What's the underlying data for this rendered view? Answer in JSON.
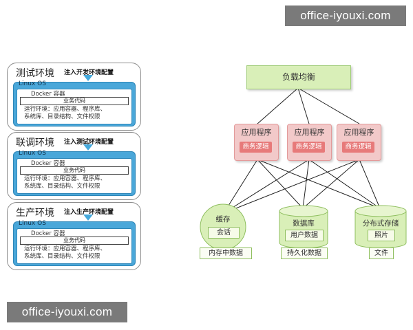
{
  "watermark": {
    "top": "office-iyouxi.com",
    "bottom": "office-iyouxi.com"
  },
  "environments": [
    {
      "name": "测试环境",
      "note": "注入开发环境配置",
      "os": "Linux OS",
      "docker": "Docker 容器",
      "code": "业务代码",
      "runtime_line1": "运行环境：应用容器、程序库、",
      "runtime_line2": "系统库、目录结构、文件权限"
    },
    {
      "name": "联调环境",
      "note": "注入测试环境配置",
      "os": "Linux OS",
      "docker": "Docker 容器",
      "code": "业务代码",
      "runtime_line1": "运行环境：应用容器、程序库、",
      "runtime_line2": "系统库、目录结构、文件权限"
    },
    {
      "name": "生产环境",
      "note": "注入生产环境配置",
      "os": "Linux OS",
      "docker": "Docker 容器",
      "code": "业务代码",
      "runtime_line1": "运行环境：应用容器、程序库、",
      "runtime_line2": "系统库、目录结构、文件权限"
    }
  ],
  "architecture": {
    "load_balancer": "负载均衡",
    "apps": [
      {
        "title": "应用程序",
        "sub": "商务逻辑"
      },
      {
        "title": "应用程序",
        "sub": "商务逻辑"
      },
      {
        "title": "应用程序",
        "sub": "商务逻辑"
      }
    ],
    "stores": [
      {
        "title": "缓存",
        "inner": "会话",
        "label": "内存中数据"
      },
      {
        "title": "数据库",
        "inner": "用户数据",
        "label": "持久化数据"
      },
      {
        "title": "分布式存储",
        "inner": "照片",
        "label": "文件"
      }
    ],
    "colors": {
      "green": "#d9efb8",
      "pink": "#f2c9c9",
      "red": "#e77a7a",
      "blue": "#4aa7d9"
    }
  }
}
